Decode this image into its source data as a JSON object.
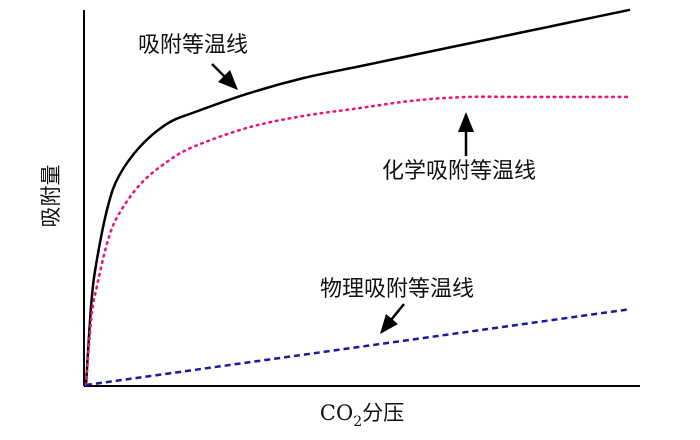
{
  "chart_data": {
    "type": "line",
    "xlabel": "CO2分压",
    "xlabel_main": "CO",
    "xlabel_sub": "2",
    "xlabel_rest": "分压",
    "ylabel": "吸附量",
    "xlim": [
      0,
      100
    ],
    "ylim": [
      0,
      100
    ],
    "grid": false,
    "legend": "none",
    "x": [
      0,
      1,
      2,
      4,
      6,
      10,
      15,
      20,
      30,
      40,
      50,
      60,
      70,
      80,
      90,
      100
    ],
    "series": [
      {
        "name": "吸附等温线",
        "style": "solid",
        "color": "#000000",
        "values": [
          0,
          22,
          33,
          47,
          55,
          63,
          69,
          72,
          77,
          81,
          84,
          87,
          90,
          93,
          96,
          99
        ]
      },
      {
        "name": "化学吸附等温线",
        "style": "dotted",
        "color": "#e6197a",
        "values": [
          0,
          18,
          26,
          38,
          45,
          53,
          59,
          63,
          68,
          71,
          73,
          75,
          76,
          76,
          76,
          76
        ]
      },
      {
        "name": "物理吸附等温线",
        "style": "dashed",
        "color": "#1a1a9a",
        "x": [
          0,
          100
        ],
        "values": [
          0,
          20
        ]
      }
    ],
    "annotations": [
      {
        "text": "吸附等温线",
        "arrow": "down-right"
      },
      {
        "text": "化学吸附等温线",
        "arrow": "up"
      },
      {
        "text": "物理吸附等温线",
        "arrow": "down-left"
      }
    ]
  }
}
